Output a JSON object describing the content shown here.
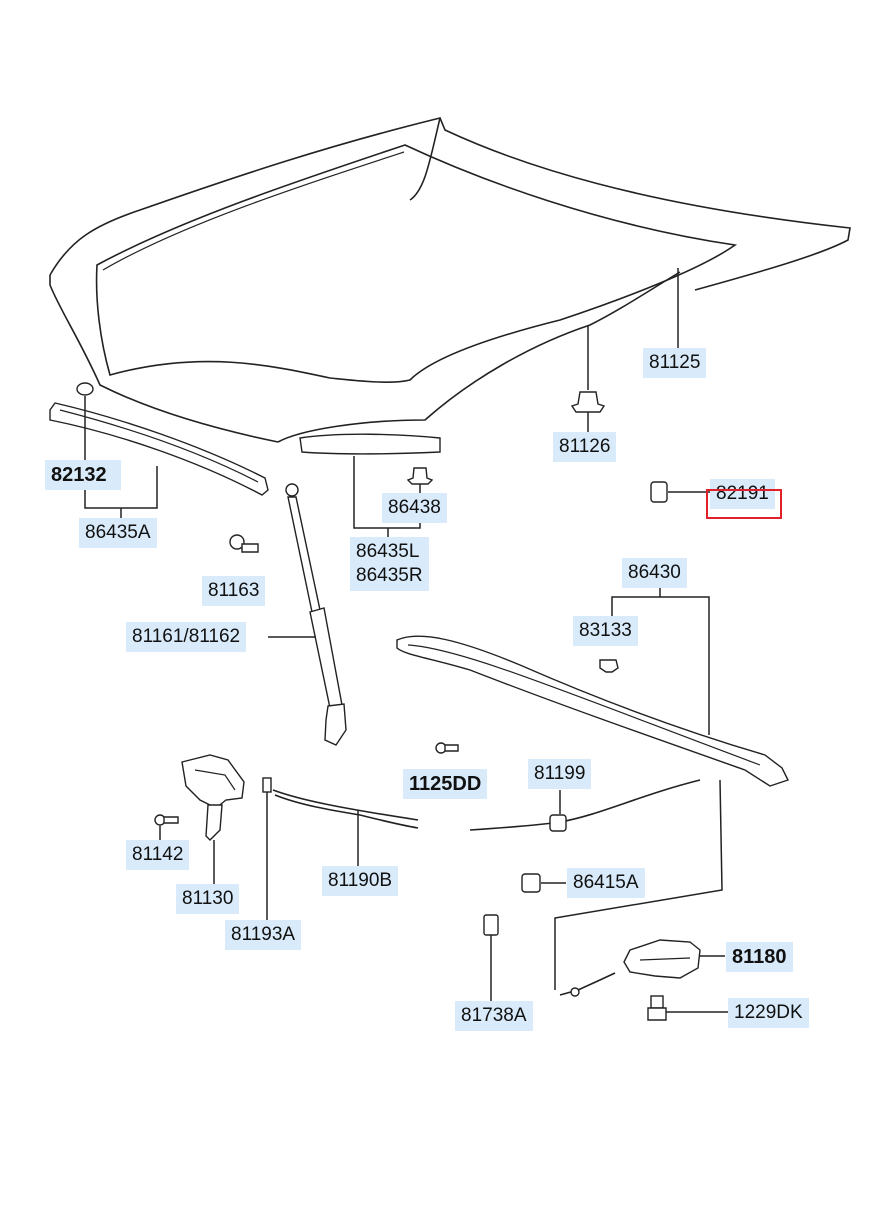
{
  "labels": {
    "l81125": "81125",
    "l81126": "81126",
    "l82191": "82191",
    "l82132": "82132",
    "l86435A": "86435A",
    "l86438": "86438",
    "l86435L": "86435L",
    "l86435R": "86435R",
    "l81163": "81163",
    "l81161": "81161/81162",
    "l86430": "86430",
    "l83133": "83133",
    "l1125DD": "1125DD",
    "l81199": "81199",
    "l81142": "81142",
    "l81130": "81130",
    "l81190B": "81190B",
    "l86415A": "86415A",
    "l81193A": "81193A",
    "l81180": "81180",
    "l81738A": "81738A",
    "l1229DK": "1229DK"
  },
  "highlight": {
    "part": "82191",
    "color": "#e0202a"
  },
  "colors": {
    "label_background": "#d9ebfa",
    "line": "#222222"
  }
}
